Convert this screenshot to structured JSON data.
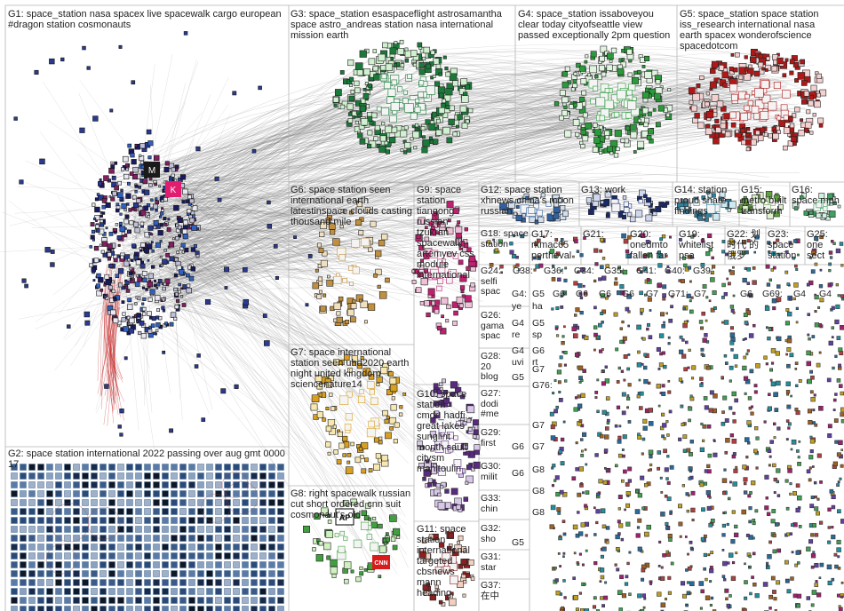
{
  "groups": [
    {
      "id": "G1",
      "label": "G1: space_station nasa spacex live spacewalk cargo european #dragon station cosmonauts"
    },
    {
      "id": "G2",
      "label": "G2: space station international 2022 passing over aug gmt 0000 17"
    },
    {
      "id": "G3",
      "label": "G3: space_station esaspaceflight astrosamantha space astro_andreas station nasa international mission earth"
    },
    {
      "id": "G4",
      "label": "G4: space_station issaboveyou clear today cityofseattle view passed exceptionally 2pm question"
    },
    {
      "id": "G5",
      "label": "G5: space_station space station iss_research international nasa earth spacex wonderofscience spacedotcom"
    },
    {
      "id": "G6",
      "label": "G6: space station seen international earth latestinspace clouds casting thousand mile"
    },
    {
      "id": "G7",
      "label": "G7: space international station seen uhd2020 earth night united kingdom sciencenature14"
    },
    {
      "id": "G8",
      "label": "G8: right spacewalk russian cut short ordered cnn suit cosmonaut's old"
    },
    {
      "id": "G9",
      "label": "G9: space station tiangong russian tzukran spacewalk artemyev css module international"
    },
    {
      "id": "G10",
      "label": "G10: space station cmdr_hadfi... great lakes sunglint month sault citysm manitoulin"
    },
    {
      "id": "G11",
      "label": "G11: space station international targeted cbsnews mann heading"
    },
    {
      "id": "G12",
      "label": "G12: space station xhnews china's moon russian"
    },
    {
      "id": "G13",
      "label": "G13: work"
    },
    {
      "id": "G14",
      "label": "G14: station proud share findings"
    },
    {
      "id": "G15",
      "label": "G15: metro built transform"
    },
    {
      "id": "G16",
      "label": "G16: space mph"
    },
    {
      "id": "G17",
      "label": "G17: rkmac65 perthoval"
    },
    {
      "id": "G18",
      "label": "G18: space station"
    },
    {
      "id": "G19",
      "label": "G19: whitelist psa"
    },
    {
      "id": "G20",
      "label": "G20: onedmto fallen far"
    },
    {
      "id": "G21",
      "label": "G21:"
    },
    {
      "id": "G22",
      "label": "G22: 划时代 的俄罗"
    },
    {
      "id": "G23",
      "label": "G23: space station"
    },
    {
      "id": "G24",
      "label": "G24: selfi spac"
    },
    {
      "id": "G25",
      "label": "G25: one sect"
    },
    {
      "id": "G26",
      "label": "G26: gama spac"
    },
    {
      "id": "G27",
      "label": "G27: dodi #me"
    },
    {
      "id": "G28",
      "label": "G28: 20 blog"
    },
    {
      "id": "G29",
      "label": "G29: first"
    },
    {
      "id": "G30",
      "label": "G30: milit"
    },
    {
      "id": "G31",
      "label": "G31: star"
    },
    {
      "id": "G32",
      "label": "G32: sho"
    },
    {
      "id": "G33",
      "label": "G33: chin"
    },
    {
      "id": "G34",
      "label": "G34:"
    },
    {
      "id": "G35",
      "label": "G35:"
    },
    {
      "id": "G36",
      "label": "G36:"
    },
    {
      "id": "G37",
      "label": "G37: 在中"
    },
    {
      "id": "G38",
      "label": "G38:"
    },
    {
      "id": "G39",
      "label": "G39:"
    },
    {
      "id": "G40",
      "label": "G40:"
    },
    {
      "id": "G41",
      "label": "G41:"
    },
    {
      "id": "G69",
      "label": "G69:"
    },
    {
      "id": "G71",
      "label": "G71:"
    },
    {
      "id": "G76",
      "label": "G76:"
    }
  ],
  "minor_labels": {
    "g4_col": [
      "G4:",
      "ye",
      "G4",
      "re",
      "G4",
      "uvi"
    ],
    "g5_col": [
      "G5",
      "ha",
      "G5",
      "sp",
      "G6",
      "rt"
    ],
    "row_small": [
      "G6",
      "G6",
      "G6",
      "G6",
      "G7",
      "G7",
      "G6",
      "G4",
      "G4"
    ],
    "tiny": [
      "G7",
      "G7",
      "G8",
      "G8",
      "G5",
      "G6",
      "G7",
      "G8",
      "G5",
      "G6"
    ]
  },
  "node_badges": {
    "g1_m": "M",
    "g1_k": "K",
    "g8_ap": "AP",
    "g8_cnn": "CNN"
  },
  "colors": {
    "divider": "#b4b4b4",
    "edge_gray": "#6e6e6e",
    "edge_red": "#c02020",
    "g3_green": "#1a7a3a",
    "g5_red": "#b01818",
    "g7_orange": "#d9a020",
    "g9_pink": "#c02070",
    "g10_purple": "#5a2a80",
    "g1_navy": "#1a1a60"
  }
}
